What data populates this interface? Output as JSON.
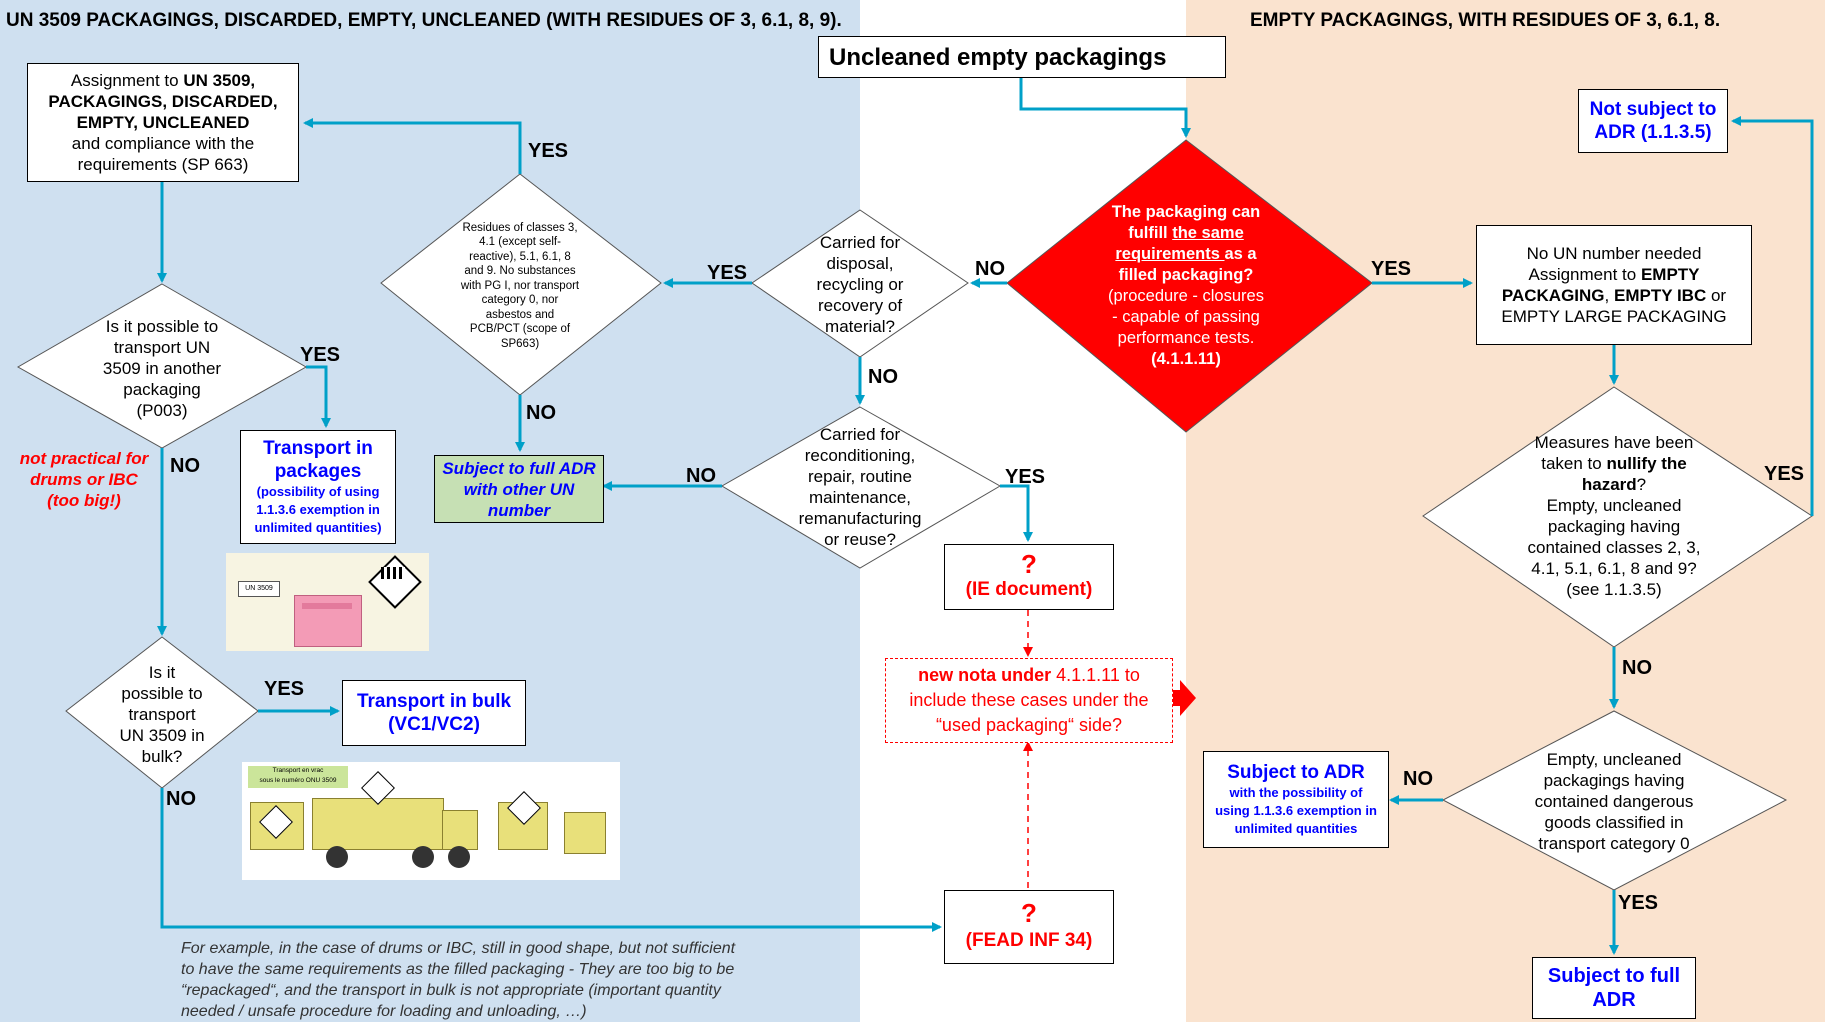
{
  "headers": {
    "left": "UN 3509 PACKAGINGS, DISCARDED, EMPTY, UNCLEANED (WITH RESIDUES OF 3, 6.1, 8, 9).",
    "right": "EMPTY PACKAGINGS, WITH RESIDUES OF 3, 6.1, 8."
  },
  "start": {
    "title": "Uncleaned empty packagings"
  },
  "red_decision": {
    "l1": "The packaging can",
    "l2a": "fulfill ",
    "l2b": "the same",
    "l3a": "requirements ",
    "l3b": "as a",
    "l4": "filled packaging?",
    "l5": "(procedure - closures",
    "l6": "- capable of passing",
    "l7": "performance tests.",
    "l8": "(4.1.1.11)"
  },
  "no_un_box": {
    "l1": "No UN number needed",
    "l2a": "Assignment to ",
    "l2b": "EMPTY",
    "l3a": "PACKAGING",
    "l3b": ", ",
    "l3c": "EMPTY IBC",
    "l3d": " or",
    "l4": "EMPTY LARGE PACKAGING"
  },
  "not_subject": {
    "l1": "Not subject to",
    "l2": "ADR (1.1.3.5)"
  },
  "nullify": {
    "l1": "Measures have been",
    "l2a": "taken to ",
    "l2b": "nullify the",
    "l3": "hazard",
    "l3b": "?",
    "l4": "Empty, uncleaned",
    "l5": "packaging having",
    "l6": "contained classes 2, 3,",
    "l7": "4.1, 5.1, 6.1, 8 and 9?",
    "l8": "(see 1.1.3.5)"
  },
  "tc0": {
    "l1": "Empty, uncleaned",
    "l2": "packagings having",
    "l3": "contained dangerous",
    "l4": "goods classified in",
    "l5": "transport category 0"
  },
  "subject_adr": {
    "l1": "Subject to ADR",
    "l2": "with the possibility of",
    "l3": "using 1.1.3.6 exemption in",
    "l4": "unlimited quantities"
  },
  "subject_full_right": {
    "l1": "Subject to full",
    "l2": "ADR"
  },
  "disposal": {
    "l1": "Carried for",
    "l2": "disposal,",
    "l3": "recycling or",
    "l4": "recovery of",
    "l5": "material?"
  },
  "recond": {
    "l1": "Carried for",
    "l2": "reconditioning,",
    "l3": "repair, routine",
    "l4": "maintenance,",
    "l5": "remanufacturing",
    "l6": "or reuse?"
  },
  "residues": {
    "l1": "Residues of classes 3,",
    "l2": "4.1 (except self-",
    "l3": "reactive), 5.1, 6.1, 8",
    "l4": "and 9. No substances",
    "l5": "with PG I, nor transport",
    "l6": "category 0, nor",
    "l7": "asbestos and",
    "l8": "PCB/PCT (scope of",
    "l9": "SP663)"
  },
  "assign_box": {
    "l1a": "Assignment to ",
    "l1b": "UN 3509,",
    "l2": "PACKAGINGS, DISCARDED,",
    "l3": "EMPTY, UNCLEANED",
    "l4": "and compliance with the",
    "l5": "requirements (SP 663)"
  },
  "full_other_un": {
    "l1": "Subject to full ADR",
    "l2": "with other UN",
    "l3": "number"
  },
  "another_pkg": {
    "l1": "Is it possible to",
    "l2": "transport UN",
    "l3": "3509 in another",
    "l4": "packaging",
    "l5": "(P003)"
  },
  "not_practical": {
    "l1": "not practical for",
    "l2": "drums or IBC",
    "l3": "(too big!)"
  },
  "transport_pkgs": {
    "l1": "Transport in",
    "l2": "packages",
    "l3": "(possibility of using",
    "l4": "1.1.3.6 exemption in",
    "l5": "unlimited quantities)"
  },
  "bulk_q": {
    "l1": "Is it",
    "l2": "possible to",
    "l3": "transport",
    "l4": "UN 3509 in",
    "l5": "bulk?"
  },
  "transport_bulk": {
    "l1": "Transport in bulk",
    "l2": "(VC1/VC2)"
  },
  "ie_doc": {
    "q": "?",
    "l1": "(IE document)"
  },
  "nota": {
    "l1a": "new nota under ",
    "l1b": "4.1.1.11 to",
    "l2": "include these cases under the",
    "l3": "“used packaging“ side?"
  },
  "fead": {
    "q": "?",
    "l1": "(FEAD INF 34)"
  },
  "example_note": {
    "l1": "For example, in the case of drums or IBC, still in good shape, but not sufficient",
    "l2": "to have the same requirements as the filled packaging - They are too big to be",
    "l3": "“repackaged“, and the transport in bulk is not appropriate (important quantity",
    "l4": "needed / unsafe procedure for loading and unloading, …)"
  },
  "pictures": {
    "un_label": "UN 3509",
    "bulk_caption_1": "Transport en vrac",
    "bulk_caption_2": "sous le numéro ONU 3509"
  },
  "edge_labels": {
    "yes": "YES",
    "no": "NO"
  },
  "colors": {
    "left_bg": "#cfe0f0",
    "right_bg": "#fae3cf",
    "arrow": "#00a0c8",
    "decision_red": "#ff0000",
    "green_box": "#c6e0b4"
  }
}
